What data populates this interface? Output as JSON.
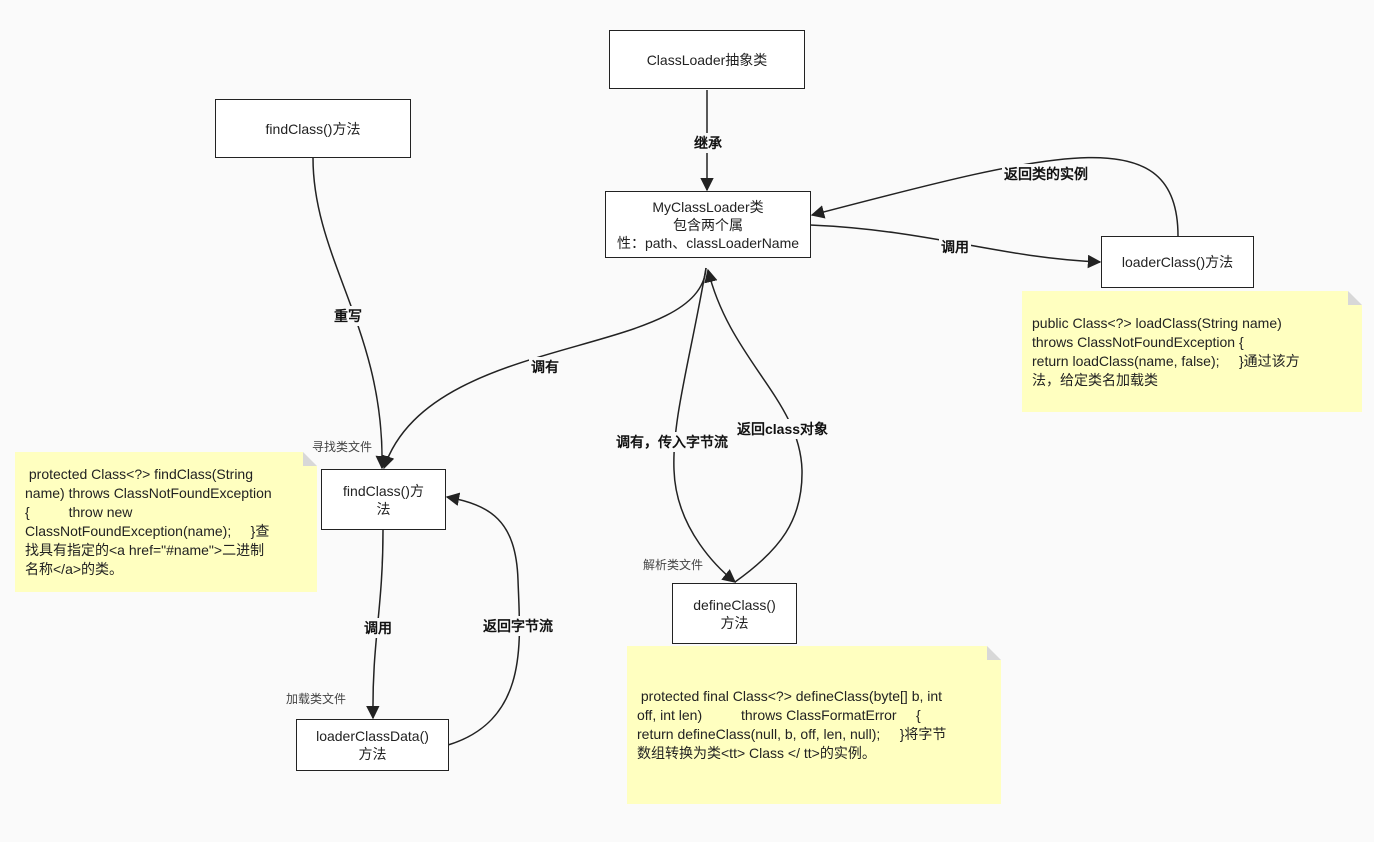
{
  "nodes": {
    "classloader_abstract": "ClassLoader抽象类",
    "findclass_top": "findClass()方法",
    "myclassloader": "MyClassLoader类\n包含两个属\n性：path、classLoaderName",
    "loaderclass": "loaderClass()方法",
    "findclass_mid": "findClass()方\n法",
    "defineclass": "defineClass()\n方法",
    "loaderclassdata": "loaderClassData()\n方法"
  },
  "edge_labels": {
    "inherit": "继承",
    "return_instance": "返回类的实例",
    "call_loaderclass": "调用",
    "override": "重写",
    "has_findclass": "调有",
    "has_pass_bytes": "调有，传入字节流",
    "return_class_obj": "返回class对象",
    "call_loaderclassdata": "调用",
    "return_bytes": "返回字节流"
  },
  "small_labels": {
    "find_class_file": "寻找类文件",
    "parse_class_file": "解析类文件",
    "load_class_file": "加载类文件"
  },
  "notes": {
    "loaderclass_note": "public Class<?> loadClass(String name)\nthrows ClassNotFoundException {\nreturn loadClass(name, false);     }通过该方\n法，给定类名加载类",
    "findclass_note": " protected Class<?> findClass(String\nname) throws ClassNotFoundException\n{          throw new\nClassNotFoundException(name);     }查\n找具有指定的<a href=\"#name\">二进制\n名称</a>的类。",
    "defineclass_note": " protected final Class<?> defineClass(byte[] b, int\noff, int len)          throws ClassFormatError     {\nreturn defineClass(null, b, off, len, null);     }将字节\n数组转换为类<tt> Class </ tt>的实例。"
  },
  "colors": {
    "note_bg": "#ffffc0",
    "line": "#222222"
  }
}
